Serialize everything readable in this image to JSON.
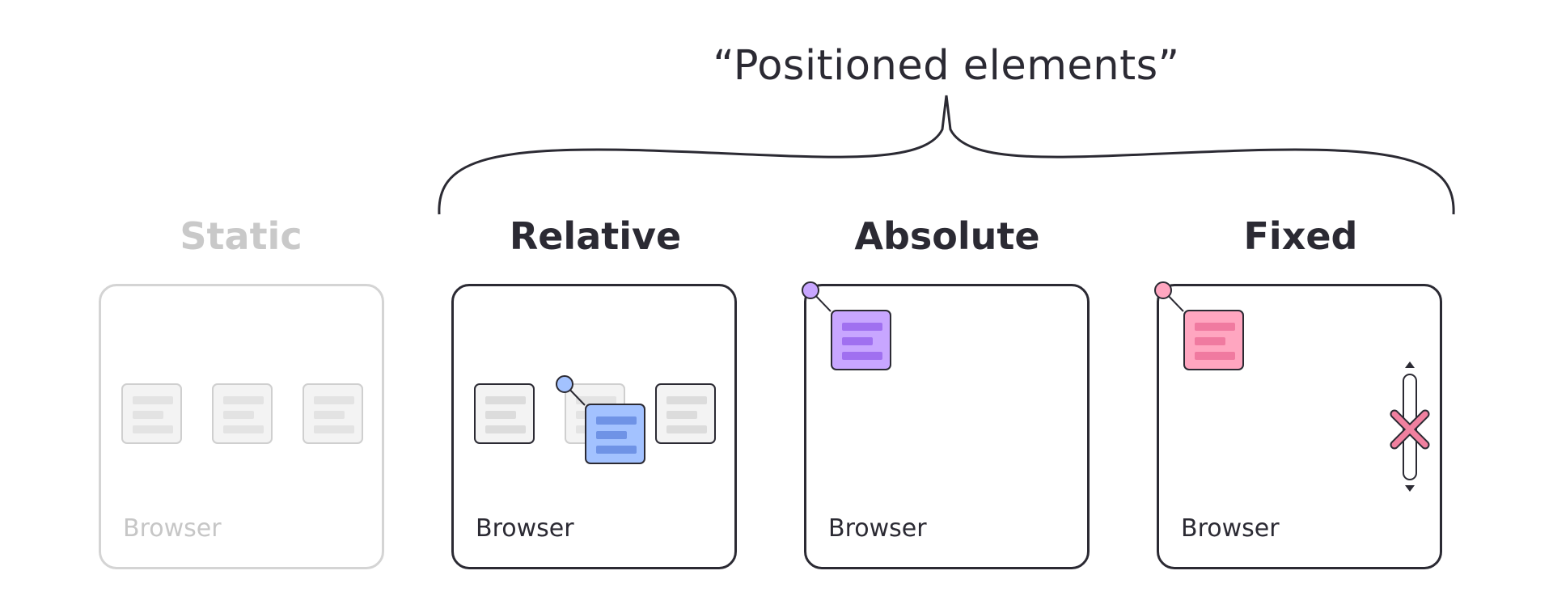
{
  "header": {
    "group_title": "“Positioned elements”"
  },
  "columns": [
    {
      "title": "Static",
      "browser_label": "Browser"
    },
    {
      "title": "Relative",
      "browser_label": "Browser"
    },
    {
      "title": "Absolute",
      "browser_label": "Browser"
    },
    {
      "title": "Fixed",
      "browser_label": "Browser"
    }
  ],
  "colors": {
    "ink": "#2b2a33",
    "muted": "#c9c9c9",
    "relative_accent": "#a3c2ff",
    "absolute_accent": "#c8a6ff",
    "fixed_accent": "#ffa6c0"
  },
  "icons": [
    "document-icon",
    "anchor-dot-icon",
    "scrollbar-icon",
    "x-mark-icon",
    "curly-brace-icon"
  ]
}
